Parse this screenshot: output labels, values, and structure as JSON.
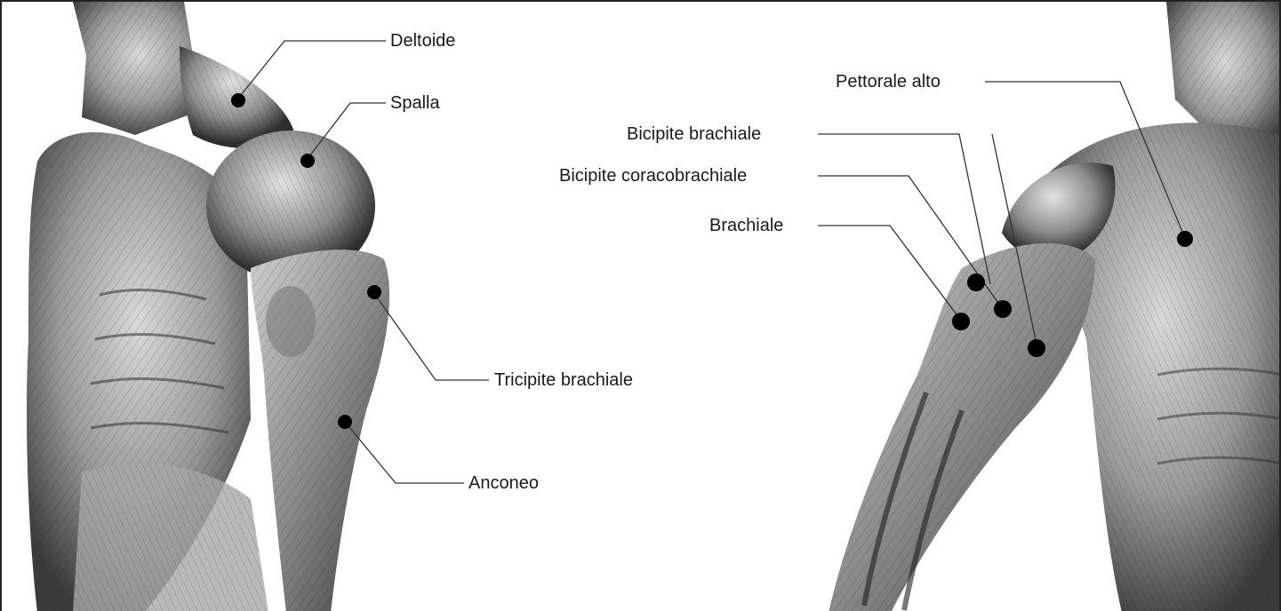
{
  "labels": {
    "deltoide": "Deltoide",
    "spalla": "Spalla",
    "tricipite_brachiale": "Tricipite brachiale",
    "anconeo": "Anconeo",
    "pettorale_alto": "Pettorale alto",
    "bicipite_brachiale": "Bicipite brachiale",
    "bicipite_coracobrachiale": "Bicipite coracobrachiale",
    "brachiale": "Brachiale"
  },
  "colors": {
    "marker": "#000000",
    "leader_line": "#333333",
    "muscle_light": "#bdbdbd",
    "muscle_dark": "#3a3a3a"
  }
}
